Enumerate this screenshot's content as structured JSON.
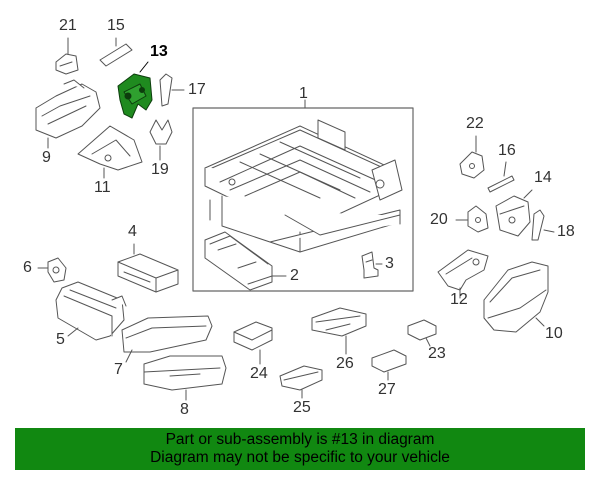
{
  "diagram": {
    "parts": [
      {
        "id": "p1",
        "number": "1"
      },
      {
        "id": "p2",
        "number": "2"
      },
      {
        "id": "p3",
        "number": "3"
      },
      {
        "id": "p4",
        "number": "4"
      },
      {
        "id": "p5",
        "number": "5"
      },
      {
        "id": "p6",
        "number": "6"
      },
      {
        "id": "p7",
        "number": "7"
      },
      {
        "id": "p8",
        "number": "8"
      },
      {
        "id": "p9",
        "number": "9"
      },
      {
        "id": "p10",
        "number": "10"
      },
      {
        "id": "p11",
        "number": "11"
      },
      {
        "id": "p12",
        "number": "12"
      },
      {
        "id": "p13",
        "number": "13",
        "highlighted": true
      },
      {
        "id": "p14",
        "number": "14"
      },
      {
        "id": "p15",
        "number": "15"
      },
      {
        "id": "p16",
        "number": "16"
      },
      {
        "id": "p17",
        "number": "17"
      },
      {
        "id": "p18",
        "number": "18"
      },
      {
        "id": "p19",
        "number": "19"
      },
      {
        "id": "p20",
        "number": "20"
      },
      {
        "id": "p21",
        "number": "21"
      },
      {
        "id": "p22",
        "number": "22"
      },
      {
        "id": "p23",
        "number": "23"
      },
      {
        "id": "p24",
        "number": "24"
      },
      {
        "id": "p25",
        "number": "25"
      },
      {
        "id": "p26",
        "number": "26"
      },
      {
        "id": "p27",
        "number": "27"
      }
    ],
    "highlight_color": "#1f8a1f"
  },
  "banner": {
    "line1": "Part or sub-assembly is #13 in diagram",
    "line2": "Diagram may not be specific to your vehicle",
    "background": "#118811"
  }
}
